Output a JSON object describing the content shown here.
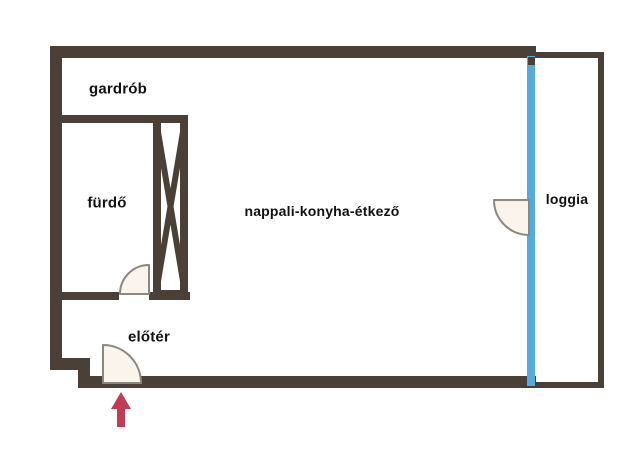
{
  "title": "apartment floor plan",
  "rooms": [
    {
      "name": "gardrób"
    },
    {
      "name": "fürdő"
    },
    {
      "name": "nappali-konyha-étkező"
    },
    {
      "name": "loggia"
    },
    {
      "name": "előtér"
    }
  ],
  "icons": {
    "entrance_arrow": "entrance-arrow-up",
    "glass_wall": "glass-wall-line",
    "door_swing": "door-swing-quarter-circle",
    "shaft": "shaft-x-symbol"
  },
  "colors": {
    "wall": "#4a4037",
    "glass_wall": "#55aade",
    "door_fill": "#faf4ec",
    "door_stroke": "#8c8880",
    "entrance_arrow": "#c23b54",
    "background": "#ffffff",
    "label_text": "#111111"
  }
}
